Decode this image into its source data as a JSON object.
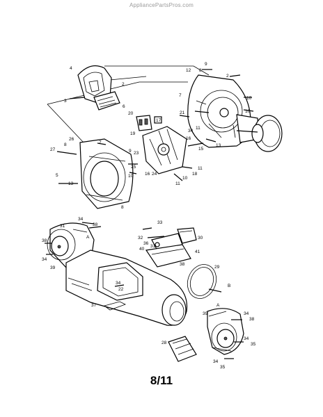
{
  "header": {
    "watermark": "AppliancePartsPros.com"
  },
  "footer": {
    "page_label": "8/11"
  },
  "upper_assembly": {
    "callouts": [
      "9",
      "12",
      "8",
      "2",
      "4",
      "2",
      "7",
      "10",
      "3",
      "6",
      "10",
      "20",
      "21",
      "17",
      "19",
      "34",
      "11",
      "13",
      "26",
      "7",
      "16",
      "15",
      "27",
      "8",
      "9",
      "23",
      "25",
      "5",
      "10",
      "24",
      "11",
      "18",
      "13",
      "11",
      "8",
      "33",
      "16",
      "10"
    ]
  },
  "lower_assembly": {
    "callouts": [
      "31",
      "34",
      "38",
      "33",
      "32",
      "36",
      "31",
      "30",
      "40",
      "41",
      "38",
      "36",
      "A",
      "38",
      "34",
      "39",
      "29",
      "B",
      "34",
      "22",
      "37",
      "A",
      "39",
      "34",
      "38",
      "28",
      "34",
      "35",
      "34",
      "35"
    ]
  }
}
